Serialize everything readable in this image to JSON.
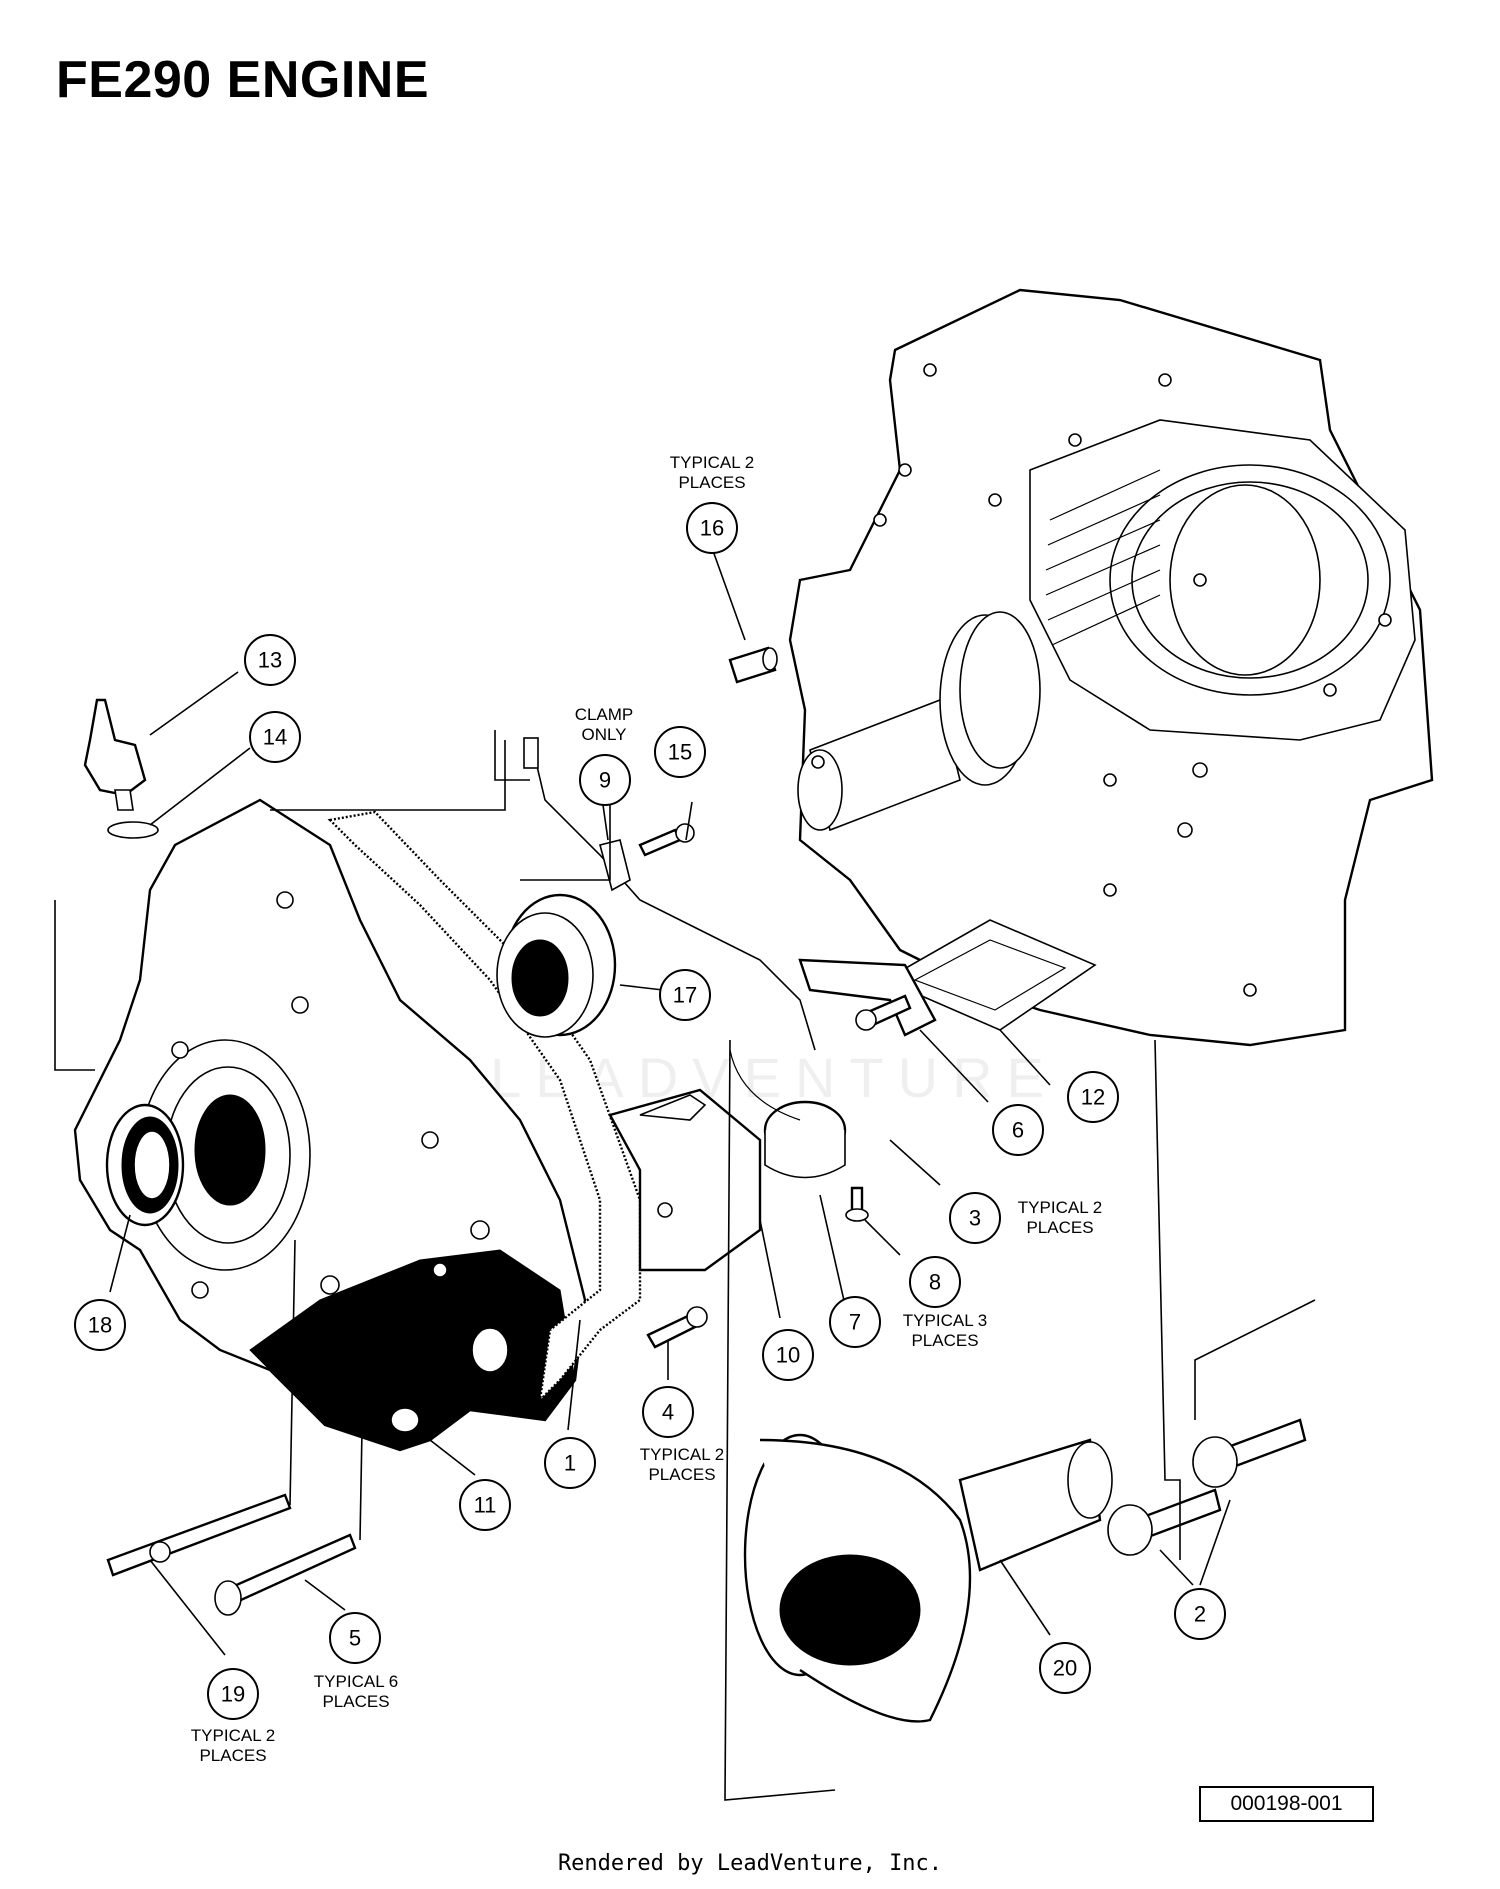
{
  "title": "FE290 ENGINE",
  "figure_code": "000198-001",
  "credit": "Rendered by LeadVenture, Inc.",
  "watermark": "LEADVENTURE",
  "callouts": [
    {
      "num": "1"
    },
    {
      "num": "2"
    },
    {
      "num": "3"
    },
    {
      "num": "4"
    },
    {
      "num": "5"
    },
    {
      "num": "6"
    },
    {
      "num": "7"
    },
    {
      "num": "8"
    },
    {
      "num": "9"
    },
    {
      "num": "10"
    },
    {
      "num": "11"
    },
    {
      "num": "12"
    },
    {
      "num": "13"
    },
    {
      "num": "14"
    },
    {
      "num": "15"
    },
    {
      "num": "16"
    },
    {
      "num": "17"
    },
    {
      "num": "18"
    },
    {
      "num": "19"
    },
    {
      "num": "20"
    }
  ],
  "notes": {
    "clamp_line1": "CLAMP",
    "clamp_line2": "ONLY",
    "typical2_line1": "TYPICAL 2",
    "typical3_line1": "TYPICAL 3",
    "typical6_line1": "TYPICAL 6",
    "places": "PLACES"
  }
}
